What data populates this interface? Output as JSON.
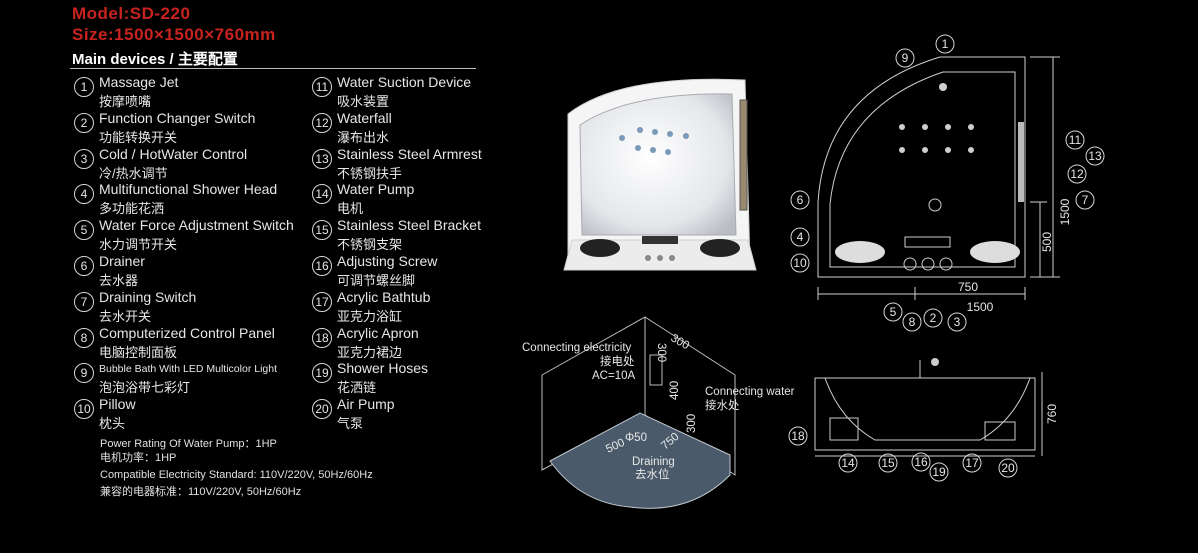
{
  "model": "Model:SD-220",
  "size": "Size:1500×1500×760mm",
  "devices_title": "Main devices / 主要配置",
  "devices": [
    {
      "num": "1",
      "en": "Massage Jet",
      "cn": "按摩喷嘴"
    },
    {
      "num": "2",
      "en": "Function Changer Switch",
      "cn": "功能转换开关"
    },
    {
      "num": "3",
      "en": "Cold / HotWater Control",
      "cn": "冷/热水调节"
    },
    {
      "num": "4",
      "en": "Multifunctional Shower Head",
      "cn": "多功能花洒"
    },
    {
      "num": "5",
      "en": "Water Force Adjustment Switch",
      "cn": "水力调节开关"
    },
    {
      "num": "6",
      "en": "Drainer",
      "cn": "去水器"
    },
    {
      "num": "7",
      "en": "Draining Switch",
      "cn": "去水开关"
    },
    {
      "num": "8",
      "en": "Computerized Control Panel",
      "cn": "电脑控制面板"
    },
    {
      "num": "9",
      "en": "Bubble Bath With LED Multicolor Light",
      "cn": "泡泡浴带七彩灯"
    },
    {
      "num": "10",
      "en": "Pillow",
      "cn": "枕头"
    },
    {
      "num": "11",
      "en": "Water Suction Device",
      "cn": "吸水装置"
    },
    {
      "num": "12",
      "en": "Waterfall",
      "cn": "瀑布出水"
    },
    {
      "num": "13",
      "en": "Stainless Steel Armrest",
      "cn": "不锈钢扶手"
    },
    {
      "num": "14",
      "en": "Water Pump",
      "cn": "电机"
    },
    {
      "num": "15",
      "en": "Stainless Steel Bracket",
      "cn": "不锈钢支架"
    },
    {
      "num": "16",
      "en": "Adjusting Screw",
      "cn": "可调节螺丝脚"
    },
    {
      "num": "17",
      "en": "Acrylic Bathtub",
      "cn": "亚克力浴缸"
    },
    {
      "num": "18",
      "en": "Acrylic Apron",
      "cn": "亚克力裙边"
    },
    {
      "num": "19",
      "en": "Shower Hoses",
      "cn": "花洒链"
    },
    {
      "num": "20",
      "en": "Air Pump",
      "cn": "气泵"
    }
  ],
  "specs": {
    "power_en": "Power Rating Of Water Pump：1HP",
    "power_cn": "电机功率：1HP",
    "elec_en": "Compatible Electricity Standard:   110V/220V, 50Hz/60Hz",
    "elec_cn": "兼容的电器标准：110V/220V, 50Hz/60Hz"
  },
  "install": {
    "conn_elec_en": "Connecting electricity",
    "conn_elec_cn": "接电处",
    "ac": "AC=10A",
    "conn_water_en": "Connecting water",
    "conn_water_cn": "接水处",
    "draining_en": "Draining",
    "draining_cn": "去水位",
    "d300a": "300",
    "d300b": "300",
    "d400": "400",
    "d300c": "300",
    "d500": "500",
    "d750": "750",
    "phi50": "Φ50"
  },
  "top_view": {
    "dim_1500_right": "1500",
    "dim_500": "500",
    "dim_750": "750",
    "dim_1500_bottom": "1500",
    "callouts": [
      "1",
      "9",
      "11",
      "13",
      "12",
      "6",
      "7",
      "4",
      "10",
      "5",
      "8",
      "2",
      "3"
    ]
  },
  "side_view": {
    "dim_760": "760",
    "callouts": [
      "18",
      "14",
      "15",
      "16",
      "19",
      "17",
      "20"
    ]
  }
}
